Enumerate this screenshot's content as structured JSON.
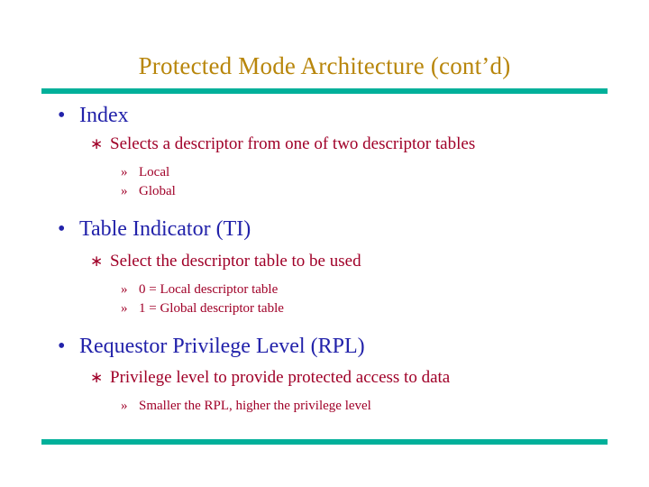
{
  "slide": {
    "title": "Protected Mode Architecture (cont’d)",
    "bullet_glyphs": {
      "level1": "•",
      "level2": "∗",
      "level3": "»"
    },
    "colors": {
      "title": "#b8860b",
      "rule": "#00b09a",
      "level1_text": "#2222aa",
      "level2_text": "#a00028",
      "level3_text": "#a00028"
    },
    "content": [
      {
        "level": 1,
        "text": "Index"
      },
      {
        "level": 2,
        "text": "Selects a descriptor from one of two descriptor tables"
      },
      {
        "level": 3,
        "text": "Local"
      },
      {
        "level": 3,
        "text": "Global"
      },
      {
        "level": 1,
        "text": "Table Indicator (TI)"
      },
      {
        "level": 2,
        "text": "Select the descriptor table to be used"
      },
      {
        "level": 3,
        "text": "0 = Local descriptor table"
      },
      {
        "level": 3,
        "text": "1 = Global descriptor table"
      },
      {
        "level": 1,
        "text": "Requestor Privilege Level (RPL)"
      },
      {
        "level": 2,
        "text": "Privilege level to provide protected access to data"
      },
      {
        "level": 3,
        "text": "Smaller the RPL, higher the privilege level"
      }
    ]
  }
}
